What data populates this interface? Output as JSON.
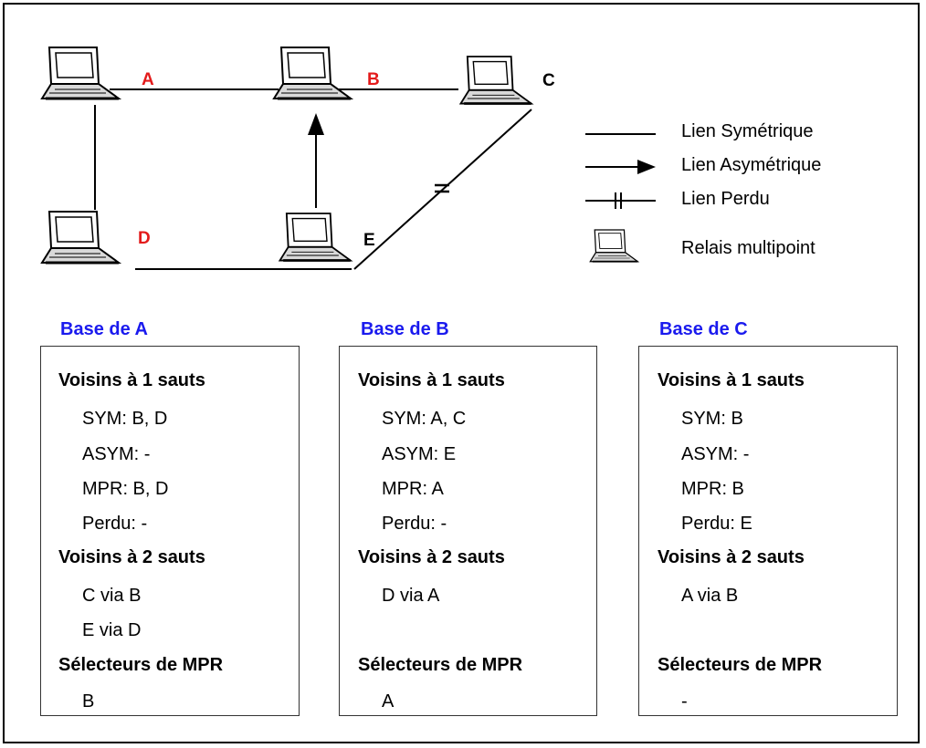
{
  "colors": {
    "node_label": "#e31b1b",
    "base_title": "#1a1aee",
    "line": "#000000"
  },
  "network": {
    "node_labels": {
      "A": "A",
      "B": "B",
      "C": "C",
      "D": "D",
      "E": "E"
    },
    "icon": "laptop-icon"
  },
  "legend": {
    "symmetric": "Lien Symétrique",
    "asymmetric": "Lien Asymétrique",
    "lost": "Lien Perdu",
    "mpr": "Relais multipoint"
  },
  "bases": [
    {
      "title": "Base de A",
      "one_hop_heading": "Voisins à 1 sauts",
      "sym": "SYM: B, D",
      "asym": "ASYM: -",
      "mpr": "MPR: B, D",
      "lost": "Perdu: -",
      "two_hop_heading": "Voisins à 2 sauts",
      "two_hop": [
        "C via B",
        "E via D"
      ],
      "selectors_heading": "Sélecteurs de MPR",
      "selectors": "B"
    },
    {
      "title": "Base de B",
      "one_hop_heading": "Voisins à 1 sauts",
      "sym": "SYM: A, C",
      "asym": "ASYM: E",
      "mpr": "MPR: A",
      "lost": "Perdu: -",
      "two_hop_heading": "Voisins à 2 sauts",
      "two_hop": [
        "D via A"
      ],
      "selectors_heading": "Sélecteurs de MPR",
      "selectors": "A"
    },
    {
      "title": "Base de C",
      "one_hop_heading": "Voisins à 1 sauts",
      "sym": "SYM: B",
      "asym": "ASYM: -",
      "mpr": "MPR: B",
      "lost": "Perdu: E",
      "two_hop_heading": "Voisins à 2 sauts",
      "two_hop": [
        "A via B"
      ],
      "selectors_heading": "Sélecteurs de MPR",
      "selectors": "-"
    }
  ]
}
